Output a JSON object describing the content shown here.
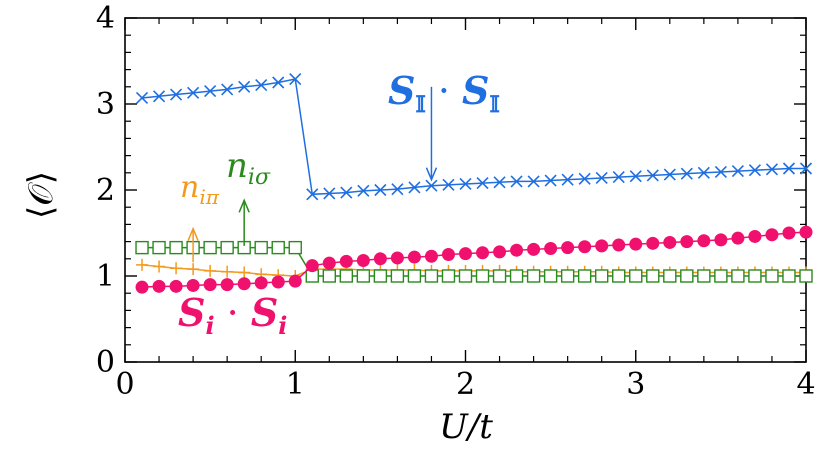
{
  "chart_data": {
    "type": "line",
    "xlabel": "U/t",
    "ylabel": "⟨𝒪⟩",
    "xlim": [
      0,
      4
    ],
    "ylim": [
      0,
      4
    ],
    "xticks": [
      "0",
      "1",
      "2",
      "3",
      "4"
    ],
    "yticks": [
      "0",
      "1",
      "2",
      "3",
      "4"
    ],
    "grid": false,
    "legend": "none",
    "series": [
      {
        "name": "𝑺𝕀 · 𝑺𝕀",
        "color": "#1f6fe0",
        "marker": "x",
        "x": [
          0.1,
          0.2,
          0.3,
          0.4,
          0.5,
          0.6,
          0.7,
          0.8,
          0.9,
          1.0,
          1.1,
          1.2,
          1.3,
          1.4,
          1.5,
          1.6,
          1.7,
          1.8,
          1.9,
          2.0,
          2.1,
          2.2,
          2.3,
          2.4,
          2.5,
          2.6,
          2.7,
          2.8,
          2.9,
          3.0,
          3.1,
          3.2,
          3.3,
          3.4,
          3.5,
          3.6,
          3.7,
          3.8,
          3.9,
          4.0
        ],
        "y": [
          3.07,
          3.09,
          3.11,
          3.13,
          3.15,
          3.17,
          3.2,
          3.22,
          3.25,
          3.29,
          1.95,
          1.96,
          1.97,
          1.99,
          2.0,
          2.01,
          2.03,
          2.05,
          2.06,
          2.07,
          2.08,
          2.09,
          2.1,
          2.1,
          2.11,
          2.12,
          2.13,
          2.14,
          2.15,
          2.16,
          2.17,
          2.18,
          2.19,
          2.2,
          2.21,
          2.22,
          2.23,
          2.24,
          2.25,
          2.25
        ]
      },
      {
        "name": "𝑺ᵢ · 𝑺ᵢ",
        "color": "#f0106e",
        "marker": "circle",
        "x": [
          0.1,
          0.2,
          0.3,
          0.4,
          0.5,
          0.6,
          0.7,
          0.8,
          0.9,
          1.0,
          1.1,
          1.2,
          1.3,
          1.4,
          1.5,
          1.6,
          1.7,
          1.8,
          1.9,
          2.0,
          2.1,
          2.2,
          2.3,
          2.4,
          2.5,
          2.6,
          2.7,
          2.8,
          2.9,
          3.0,
          3.1,
          3.2,
          3.3,
          3.4,
          3.5,
          3.6,
          3.7,
          3.8,
          3.9,
          4.0
        ],
        "y": [
          0.87,
          0.88,
          0.88,
          0.89,
          0.9,
          0.9,
          0.91,
          0.92,
          0.93,
          0.94,
          1.12,
          1.15,
          1.17,
          1.18,
          1.2,
          1.21,
          1.22,
          1.23,
          1.25,
          1.26,
          1.27,
          1.28,
          1.3,
          1.31,
          1.32,
          1.33,
          1.34,
          1.35,
          1.36,
          1.37,
          1.38,
          1.39,
          1.4,
          1.41,
          1.42,
          1.44,
          1.46,
          1.48,
          1.5,
          1.51
        ]
      },
      {
        "name": "n_{iσ}",
        "color": "#2a8a1e",
        "marker": "square",
        "x": [
          0.1,
          0.2,
          0.3,
          0.4,
          0.5,
          0.6,
          0.7,
          0.8,
          0.9,
          1.0,
          1.1,
          1.2,
          1.3,
          1.4,
          1.5,
          1.6,
          1.7,
          1.8,
          1.9,
          2.0,
          2.1,
          2.2,
          2.3,
          2.4,
          2.5,
          2.6,
          2.7,
          2.8,
          2.9,
          3.0,
          3.1,
          3.2,
          3.3,
          3.4,
          3.5,
          3.6,
          3.7,
          3.8,
          3.9,
          4.0
        ],
        "y": [
          1.33,
          1.33,
          1.33,
          1.33,
          1.33,
          1.33,
          1.33,
          1.33,
          1.33,
          1.33,
          1.0,
          1.0,
          1.0,
          1.0,
          1.0,
          1.0,
          1.0,
          1.0,
          1.0,
          1.0,
          1.0,
          1.0,
          1.0,
          1.0,
          1.0,
          1.0,
          1.0,
          1.0,
          1.0,
          1.0,
          1.0,
          1.0,
          1.0,
          1.0,
          1.0,
          1.0,
          1.0,
          1.0,
          1.0,
          1.0
        ]
      },
      {
        "name": "n_{iπ}",
        "color": "#f39a1e",
        "marker": "plus",
        "x": [
          0.1,
          0.2,
          0.3,
          0.4,
          0.5,
          0.6,
          0.7,
          0.8,
          0.9,
          1.0,
          1.1,
          1.2,
          1.3,
          1.4,
          1.5,
          1.6,
          1.7,
          1.8,
          1.9,
          2.0,
          2.1,
          2.2,
          2.3,
          2.4,
          2.5,
          2.6,
          2.7,
          2.8,
          2.9,
          3.0,
          3.1,
          3.2,
          3.3,
          3.4,
          3.5,
          3.6,
          3.7,
          3.8,
          3.9,
          4.0
        ],
        "y": [
          1.13,
          1.11,
          1.09,
          1.08,
          1.06,
          1.05,
          1.04,
          1.02,
          1.01,
          1.0,
          1.08,
          1.08,
          1.08,
          1.07,
          1.07,
          1.07,
          1.07,
          1.06,
          1.06,
          1.06,
          1.06,
          1.06,
          1.05,
          1.05,
          1.05,
          1.05,
          1.05,
          1.05,
          1.04,
          1.04,
          1.04,
          1.04,
          1.04,
          1.04,
          1.04,
          1.04,
          1.04,
          1.04,
          1.04,
          1.04
        ]
      }
    ],
    "annotations": {
      "S_II": {
        "bold": "S",
        "sub": "𝕀",
        "dot": " · "
      },
      "S_ii": {
        "bold": "S",
        "sub": "i",
        "dot": " · "
      },
      "n_isigma": {
        "base": "n",
        "sub": "iσ"
      },
      "n_ipi": {
        "base": "n",
        "sub": "iπ"
      }
    }
  }
}
